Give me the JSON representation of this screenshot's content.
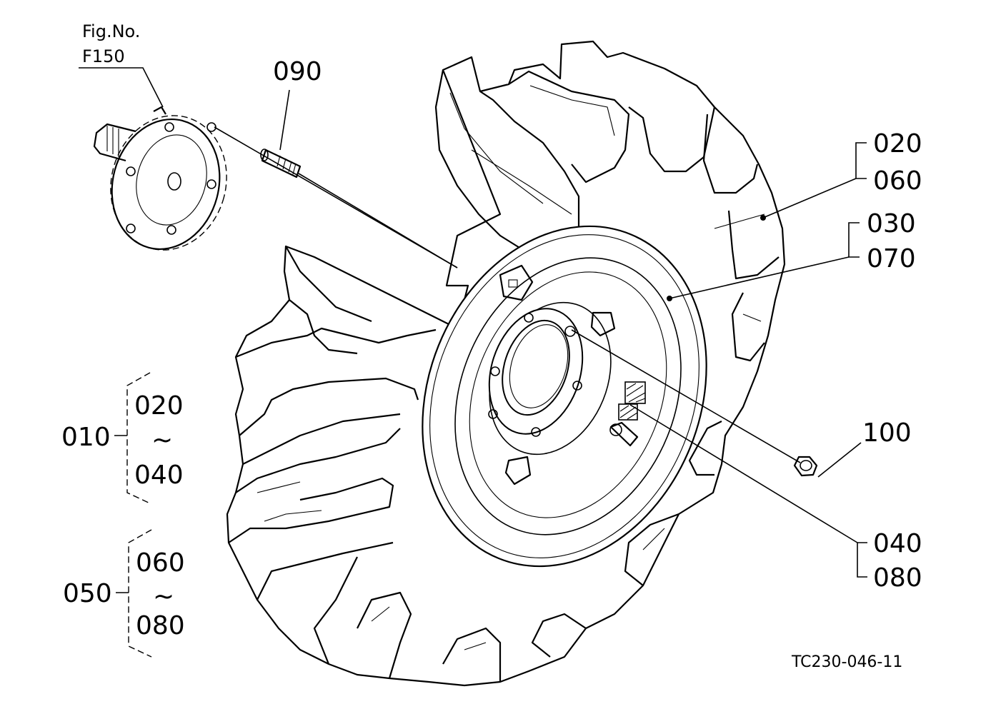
{
  "figure_ref": {
    "line1": "Fig.No.",
    "line2": "F150"
  },
  "drawing_code": "TC230-046-11",
  "callouts": {
    "c090": "090",
    "c020": "020",
    "c060": "060",
    "c030": "030",
    "c070": "070",
    "c100": "100",
    "c040": "040",
    "c080": "080"
  },
  "assemblies": [
    {
      "id": "010",
      "from": "020",
      "tilde": "~",
      "to": "040"
    },
    {
      "id": "050",
      "from": "060",
      "tilde": "~",
      "to": "080"
    }
  ]
}
